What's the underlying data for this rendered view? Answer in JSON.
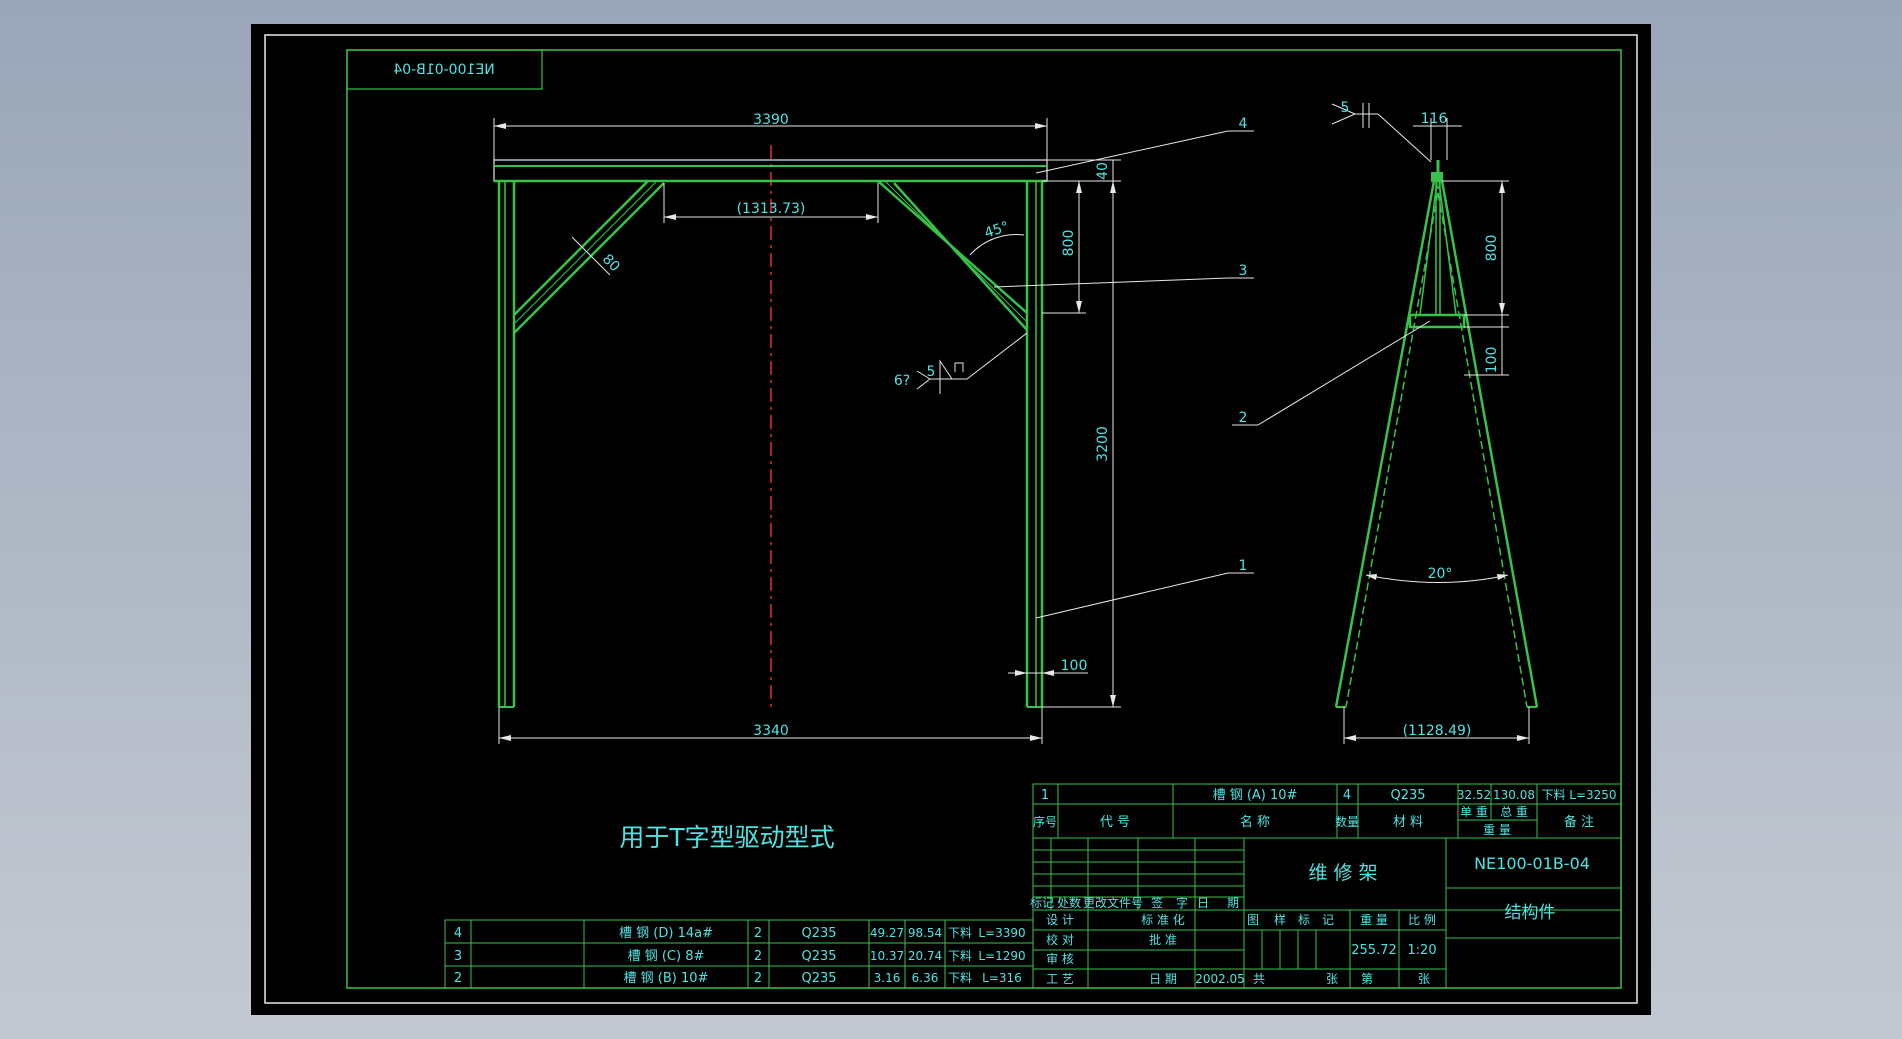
{
  "drawing": {
    "mirrored_code": "NE100-01B-04",
    "note": "用于T字型驱动型式"
  },
  "dimensions": {
    "top_width": "3390",
    "beam_gap": "(1313.73)",
    "brace_len": "80",
    "angle_45": "45°",
    "height_800": "800",
    "height_40": "40",
    "height_3200": "3200",
    "foot_100": "100",
    "bottom_width": "3340",
    "weld_6": "6?",
    "weld_5": "5",
    "side_116": "116",
    "side_weld_5": "5",
    "side_800": "800",
    "side_100": "100",
    "angle_20": "20°",
    "side_width": "(1128.49)"
  },
  "balloons": [
    "4",
    "3",
    "2",
    "1"
  ],
  "parts_upper": {
    "row1": {
      "no": "1",
      "name": "槽  钢 (A) 10#",
      "qty": "4",
      "material": "Q235",
      "unit_wt": "32.52",
      "total_wt": "130.08",
      "note": "下料  L=3250"
    },
    "header": {
      "no": "序号",
      "code": "代      号",
      "name": "名           称",
      "qty": "数量",
      "material": "材   料",
      "unit_wt": "单 重",
      "total_wt": "总 重",
      "weight": "重   量",
      "note": "备   注"
    }
  },
  "parts_lower": [
    {
      "no": "4",
      "name": "槽  钢  (D)  14a#",
      "qty": "2",
      "material": "Q235",
      "unit_wt": "49.27",
      "total_wt": "98.54",
      "cut": "下料",
      "length": "L=3390"
    },
    {
      "no": "3",
      "name": "槽  钢  (C)  8#",
      "qty": "2",
      "material": "Q235",
      "unit_wt": "10.37",
      "total_wt": "20.74",
      "cut": "下料",
      "length": "L=1290"
    },
    {
      "no": "2",
      "name": "槽  钢  (B)  10#",
      "qty": "2",
      "material": "Q235",
      "unit_wt": "3.16",
      "total_wt": "6.36",
      "cut": "下料",
      "length": "L=316"
    }
  ],
  "title_block": {
    "title": "维 修 架",
    "code": "NE100-01B-04",
    "type": "结构件",
    "rev_headers": [
      "标记",
      "处数",
      "更改文件号",
      "签",
      "字",
      "日",
      "期"
    ],
    "roles": [
      "设  计",
      "校  对",
      "审  核",
      "工  艺"
    ],
    "std": "标 准 化",
    "approve": "批  准",
    "date_label": "日   期",
    "date": "2002.05",
    "stage_headers": [
      "图",
      "样",
      "标",
      "记"
    ],
    "weight_label": "重  量",
    "scale_label": "比  例",
    "weight": "255.72",
    "scale": "1:20",
    "total_sheets": "共",
    "sheet_unit": "张",
    "sheet_no": "第",
    "sheet_unit2": "张"
  }
}
